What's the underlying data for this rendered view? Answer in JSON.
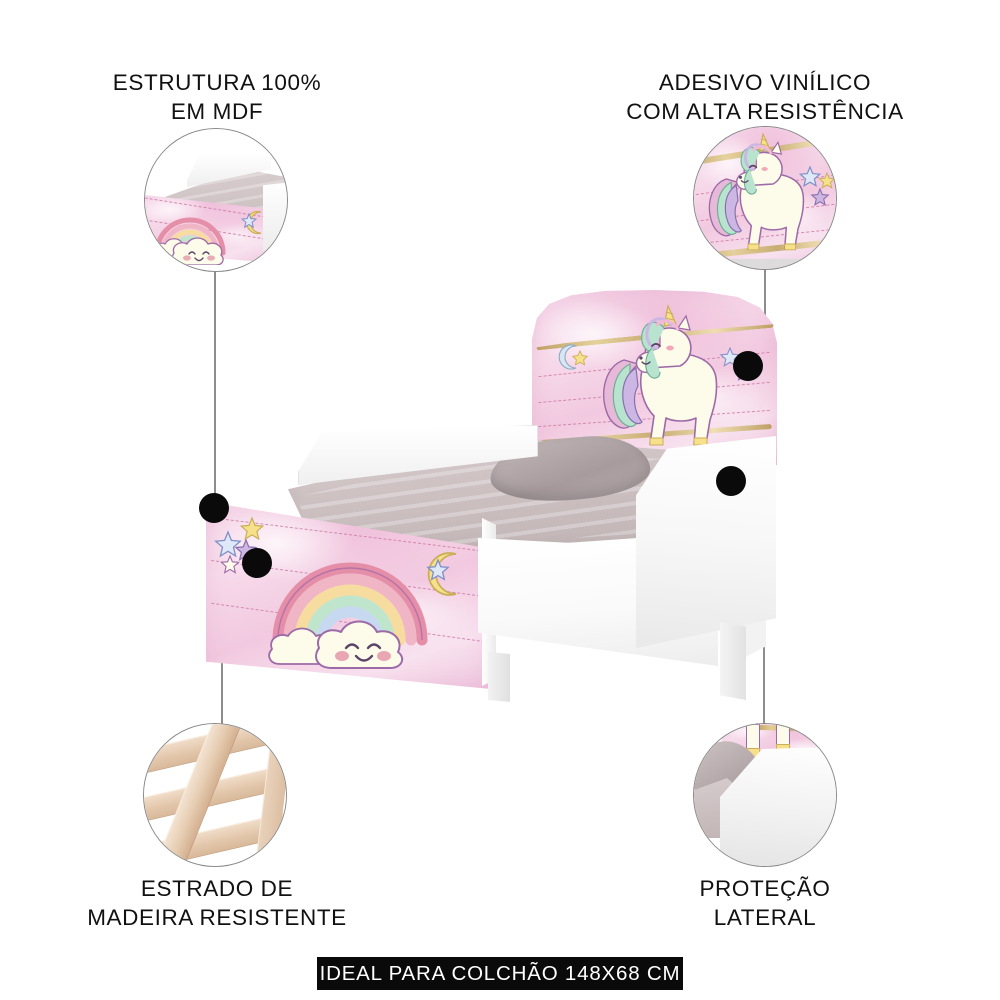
{
  "product": {
    "type": "children-bed-infographic",
    "theme": "unicorn-rainbow",
    "language": "pt-BR"
  },
  "callouts": [
    {
      "id": "estrutura",
      "position": "top-left",
      "caption": "ESTRUTURA 100%\nEM MDF",
      "bubble_name": "bubble-mdf-frame",
      "bubble_content": "close-up of white MDF bed frame footboard with rainbow and cloud decal"
    },
    {
      "id": "adesivo",
      "position": "top-right",
      "caption": "ADESIVO VINÍLICO\nCOM ALTA RESISTÊNCIA",
      "bubble_name": "bubble-vinyl-sticker",
      "bubble_content": "close-up of unicorn vinyl sticker on pink headboard"
    },
    {
      "id": "estrado",
      "position": "bottom-left",
      "caption": "ESTRADO DE\nMADEIRA RESISTENTE",
      "bubble_name": "bubble-wood-slats",
      "bubble_content": "close-up of natural wood slat bed base"
    },
    {
      "id": "protecao",
      "position": "bottom-right",
      "caption": "PROTEÇÃO\nLATERAL",
      "bubble_name": "bubble-side-rail",
      "bubble_content": "close-up of white side protection rail with grey pillow"
    }
  ],
  "banner": {
    "text": "IDEAL PARA COLCHÃO 148X68 CM",
    "background": "#0a0a0a",
    "text_color": "#ffffff"
  },
  "bed": {
    "name": "toddler-bed-unicorn",
    "headboard_motif": "unicorn with pastel rainbow mane, crescent moon, stars",
    "footboard_motif": "rainbow over smiling cloud, stars, crescent moon",
    "frame_color": "#fdfdfd",
    "decal_color": "#f2c9e0",
    "bedding_color": "#cfc3c4",
    "pillow_color": "#b3a9aa"
  },
  "colors": {
    "text": "#111111",
    "leader_line": "#8d8d8d",
    "dot": "#0a0a0a",
    "bubble_border": "#8a8a8a",
    "background": "#ffffff",
    "pink": "#f2c9e0",
    "gold": "#c2a766",
    "wood": "#e9cdb4"
  }
}
